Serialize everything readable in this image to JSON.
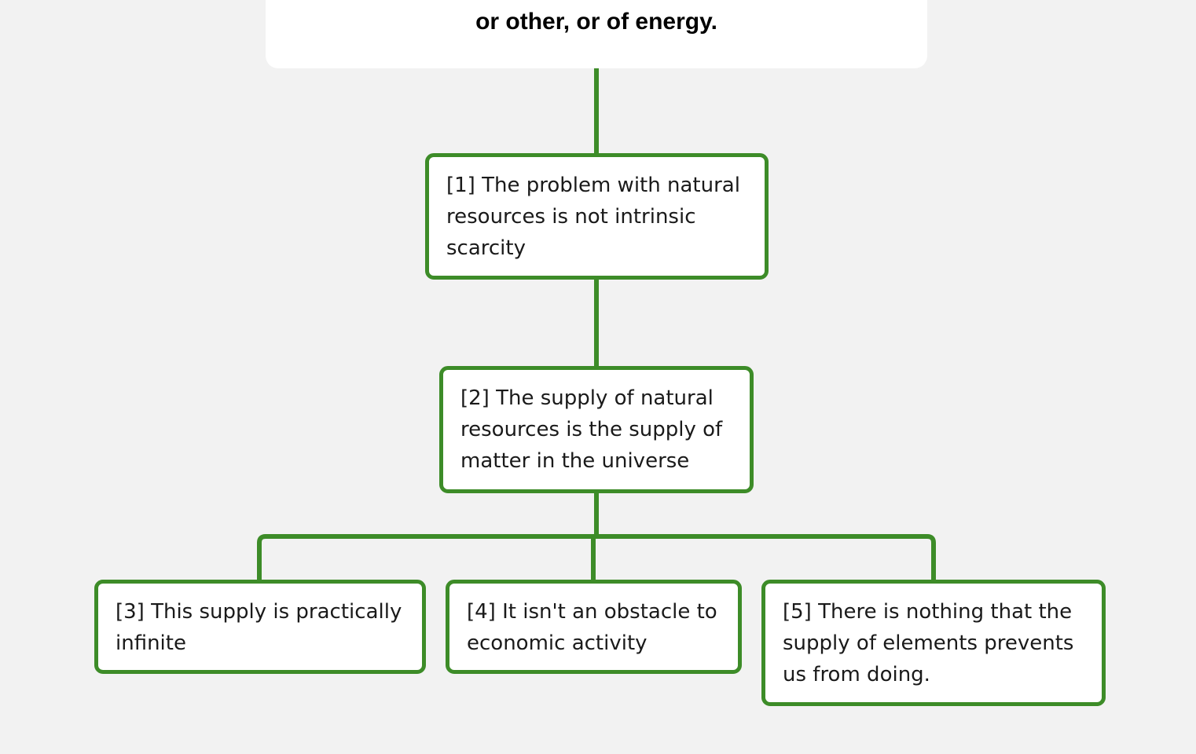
{
  "top_node": {
    "text": "or other, or of energy."
  },
  "nodes": [
    {
      "text": "[1] The problem with natural resources is not intrinsic scarcity"
    },
    {
      "text": "[2] The supply of natural resources is the supply of matter in the universe"
    },
    {
      "text": "[3] This supply is practically infinite"
    },
    {
      "text": "[4] It isn't an obstacle to economic activity"
    },
    {
      "text": "[5] There is nothing that the supply of elements prevents us from doing."
    }
  ],
  "colors": {
    "connector": "#3d8c28",
    "background": "#f2f2f2"
  }
}
